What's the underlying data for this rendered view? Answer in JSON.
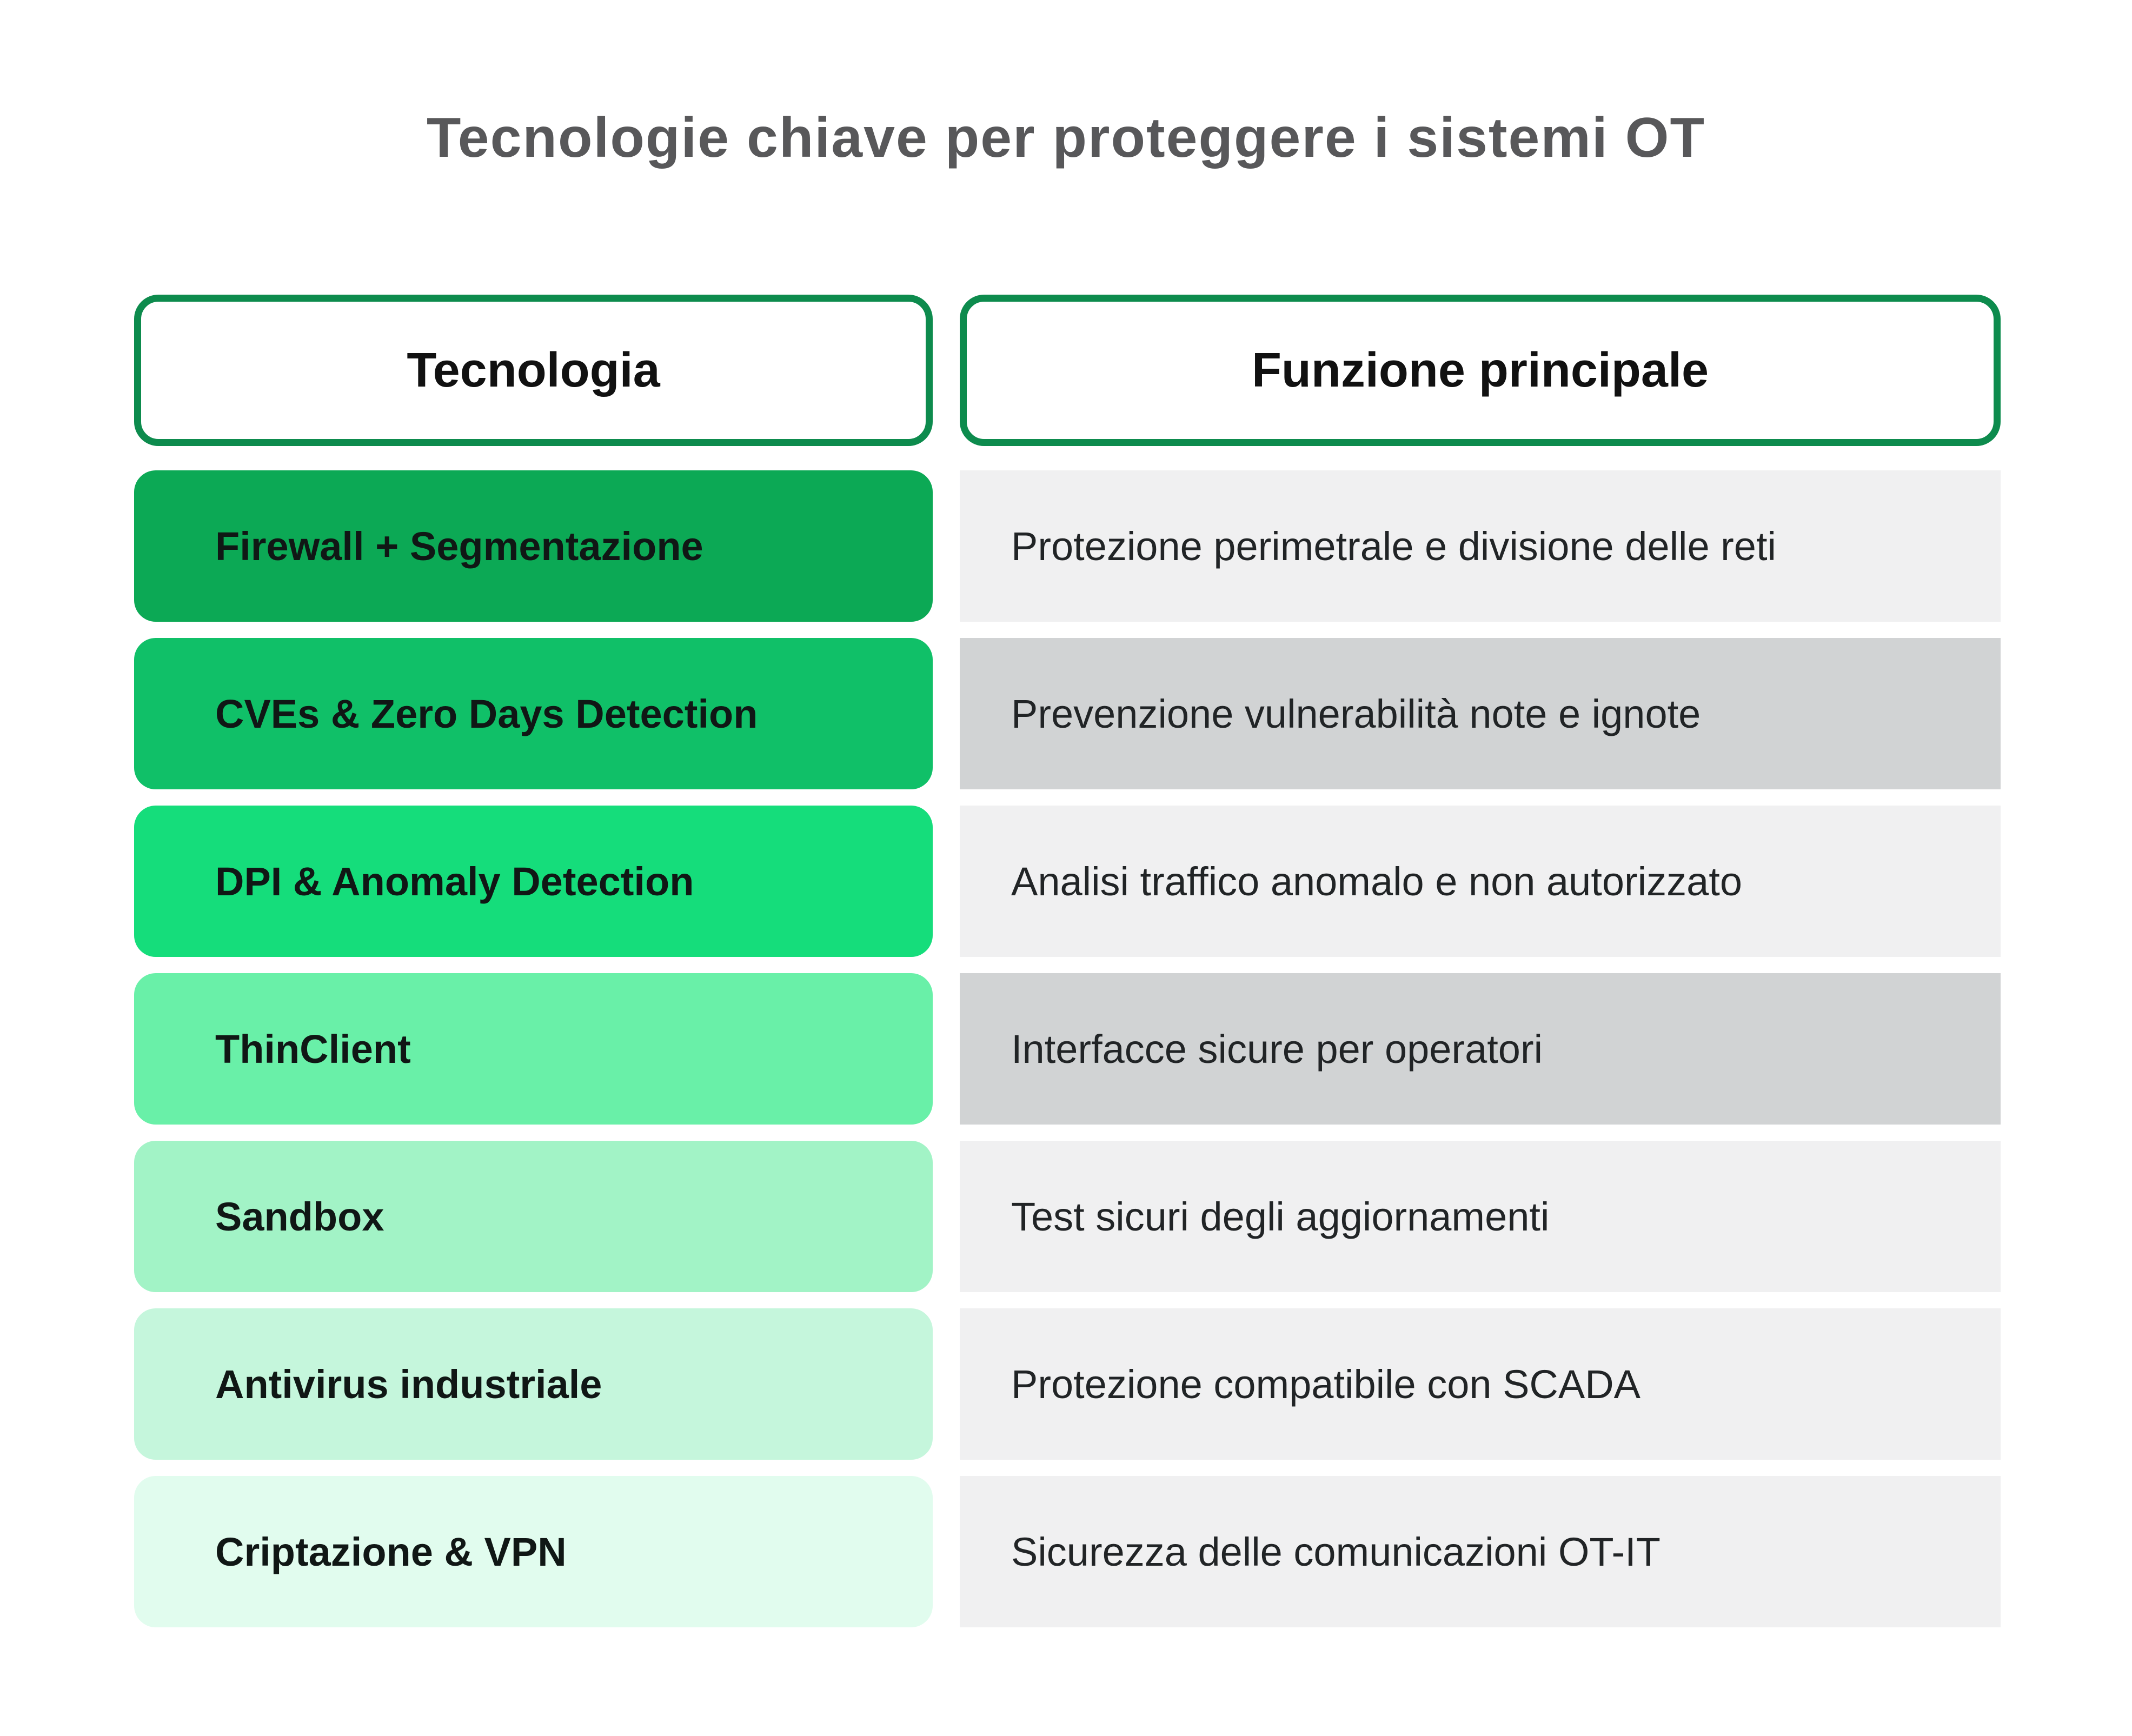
{
  "title": "Tecnologie chiave per proteggere i sistemi OT",
  "colors": {
    "header_border": "#0d8b4d",
    "title_color": "#58585a",
    "gray_light": "#f0f0f1",
    "gray_dark": "#d1d3d4"
  },
  "table": {
    "headers": [
      {
        "label": "Tecnologia"
      },
      {
        "label": "Funzione principale"
      }
    ],
    "rows": [
      {
        "tech": "Firewall + Segmentazione",
        "func": "Protezione perimetrale e divisione delle reti",
        "tech_bg": "#0ca955",
        "func_bg": "#f0f0f1"
      },
      {
        "tech": "CVEs & Zero Days Detection",
        "func": "Prevenzione vulnerabilità note e ignote",
        "tech_bg": "#10c068",
        "func_bg": "#d1d3d4"
      },
      {
        "tech": "DPI & Anomaly Detection",
        "func": "Analisi traffico anomalo e non autorizzato",
        "tech_bg": "#15dd7b",
        "func_bg": "#f0f0f1"
      },
      {
        "tech": "ThinClient",
        "func": "Interfacce sicure per operatori",
        "tech_bg": "#69f0a8",
        "func_bg": "#d1d3d4"
      },
      {
        "tech": "Sandbox",
        "func": "Test sicuri degli aggiornamenti",
        "tech_bg": "#a2f3c6",
        "func_bg": "#f0f0f1"
      },
      {
        "tech": "Antivirus industriale",
        "func": "Protezione compatibile con SCADA",
        "tech_bg": "#c5f6dc",
        "func_bg": "#f0f0f1"
      },
      {
        "tech": "Criptazione & VPN",
        "func": "Sicurezza delle comunicazioni OT-IT",
        "tech_bg": "#e1fcee",
        "func_bg": "#f0f0f1"
      }
    ]
  },
  "chart_data": {
    "type": "table",
    "title": "Tecnologie chiave per proteggere i sistemi OT",
    "columns": [
      "Tecnologia",
      "Funzione principale"
    ],
    "rows": [
      [
        "Firewall + Segmentazione",
        "Protezione perimetrale e divisione delle reti"
      ],
      [
        "CVEs & Zero Days Detection",
        "Prevenzione vulnerabilità note e ignote"
      ],
      [
        "DPI & Anomaly Detection",
        "Analisi traffico anomalo e non autorizzato"
      ],
      [
        "ThinClient",
        "Interfacce sicure per operatori"
      ],
      [
        "Sandbox",
        "Test sicuri degli aggiornamenti"
      ],
      [
        "Antivirus industriale",
        "Protezione compatibile con SCADA"
      ],
      [
        "Criptazione & VPN",
        "Sicurezza delle comunicazioni OT-IT"
      ]
    ],
    "layout": {
      "legend": "none",
      "grid": "off",
      "left_column_style": "green gradient dark to light, rounded corners",
      "right_column_style": "alternating gray rectangles"
    }
  }
}
